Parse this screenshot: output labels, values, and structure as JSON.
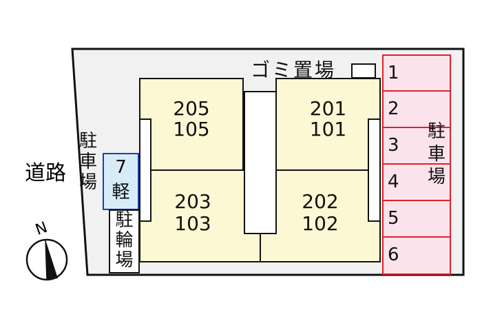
{
  "units": [
    {
      "upper": "205",
      "lower": "105"
    },
    {
      "upper": "203",
      "lower": "103"
    },
    {
      "upper": "201",
      "lower": "101"
    },
    {
      "upper": "202",
      "lower": "102"
    }
  ],
  "labels": {
    "road": "道路",
    "parking_left": "駐車場",
    "bike_parking": "駐輪場",
    "parking_right": "駐車場",
    "garbage": "ゴミ置場",
    "compass_n": "N"
  },
  "kei_slot": {
    "number": "7",
    "type": "軽"
  },
  "parking_slots": [
    "1",
    "2",
    "3",
    "4",
    "5",
    "6"
  ],
  "colors": {
    "unit": "#fbf8d3",
    "parking": "#fbe3ec",
    "parking_border": "#e0202a",
    "kei": "#d8ecf8",
    "kei_border": "#1e3fb0"
  }
}
